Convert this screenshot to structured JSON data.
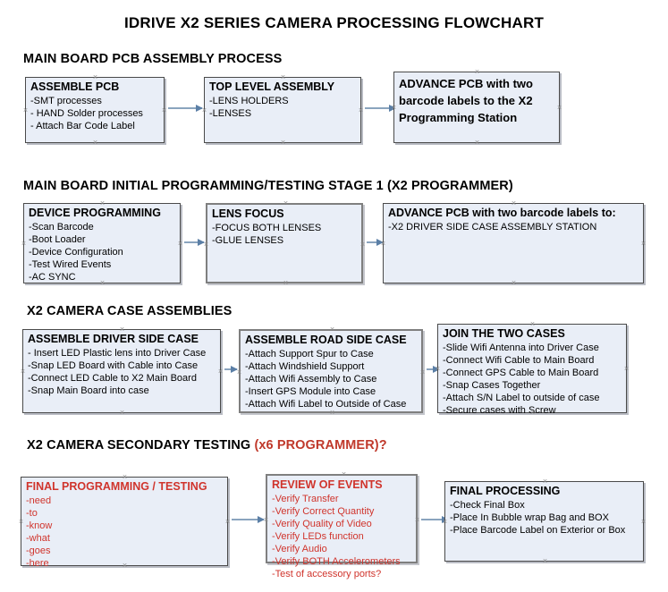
{
  "document": {
    "title": "IDRIVE X2  SERIES CAMERA PROCESSING FLOWCHART"
  },
  "sections": [
    {
      "id": "main-board-pcb-assembly-process",
      "title": "MAIN BOARD PCB ASSEMBLY PROCESS",
      "title_accent": "",
      "nodes": [
        {
          "id": "assemble-pcb",
          "title": "ASSEMBLE PCB",
          "lines": [
            "-SMT processes",
            "- HAND Solder processes",
            "- Attach Bar Code Label"
          ]
        },
        {
          "id": "top-level-assembly",
          "title": "TOP LEVEL ASSEMBLY",
          "lines": [
            "-LENS HOLDERS",
            "-LENSES"
          ]
        },
        {
          "id": "advance-pcb-to-x2-programming-station",
          "title": "ADVANCE PCB with two barcode labels to the  X2 Programming Station",
          "lines": []
        }
      ]
    },
    {
      "id": "main-board-initial-programming-testing-stage-1",
      "title": "MAIN BOARD INITIAL PROGRAMMING/TESTING STAGE 1 (X2 PROGRAMMER)",
      "title_accent": "",
      "nodes": [
        {
          "id": "device-programming",
          "title": "DEVICE PROGRAMMING",
          "lines": [
            "-Scan Barcode",
            "-Boot Loader",
            "-Device Configuration",
            "-Test Wired Events",
            "-AC SYNC"
          ]
        },
        {
          "id": "lens-focus",
          "title": "LENS FOCUS",
          "lines": [
            "-FOCUS BOTH LENSES",
            "-GLUE LENSES"
          ]
        },
        {
          "id": "advance-pcb-to-driver-side-case-assembly-station",
          "title": "ADVANCE PCB with two barcode labels to:",
          "lines": [
            "-X2 DRIVER  SIDE  CASE  ASSEMBLY STATION"
          ]
        }
      ]
    },
    {
      "id": "x2-camera-case-assemblies",
      "title": "X2 CAMERA CASE ASSEMBLIES",
      "title_accent": "",
      "nodes": [
        {
          "id": "assemble-driver-side-case",
          "title": "ASSEMBLE DRIVER SIDE CASE",
          "lines": [
            "- Insert LED Plastic lens into Driver Case",
            "-Snap LED Board with Cable into Case",
            "-Connect LED Cable to X2 Main Board",
            "-Snap Main Board into case"
          ]
        },
        {
          "id": "assemble-road-side-case",
          "title": "ASSEMBLE ROAD SIDE CASE",
          "lines": [
            "-Attach Support Spur to Case",
            "-Attach Windshield Support",
            "-Attach Wifi Assembly to Case",
            "-Insert GPS Module into Case",
            "-Attach Wifi Label to Outside of Case"
          ]
        },
        {
          "id": "join-the-two-cases",
          "title": "JOIN THE TWO CASES",
          "lines": [
            "-Slide Wifi Antenna into Driver Case",
            "-Connect Wifi Cable to Main Board",
            "-Connect GPS Cable to Main Board",
            "-Snap Cases Together",
            "-Attach S/N Label to outside of case",
            "-Secure cases with Screw"
          ]
        }
      ]
    },
    {
      "id": "x2-camera-secondary-testing",
      "title": "X2 CAMERA SECONDARY TESTING ",
      "title_accent": "(x6 PROGRAMMER)?",
      "nodes": [
        {
          "id": "final-programming-testing",
          "title": "FINAL PROGRAMMING / TESTING",
          "lines": [
            "-need",
            "-to",
            "-know",
            "-what",
            "-goes",
            "-here"
          ]
        },
        {
          "id": "review-of-events",
          "title": "REVIEW OF EVENTS",
          "lines": [
            "-Verify Transfer",
            "-Verify Correct Quantity",
            "-Verify Quality of Video",
            "-Verify LEDs function",
            "-Verify Audio",
            "-Verify BOTH Accelerometers",
            "-Test of accessory ports?"
          ]
        },
        {
          "id": "final-processing",
          "title": "FINAL PROCESSING",
          "lines": [
            " -Check Final Box",
            "-Place In Bubble wrap Bag and BOX",
            "-Place Barcode Label on Exterior or Box"
          ]
        }
      ]
    }
  ],
  "colors": {
    "node_fill": "#e9eef7",
    "node_border": "#4a4a4a",
    "connector": "#8aa4be",
    "accent_red": "#c0392b",
    "text": "#000000"
  }
}
